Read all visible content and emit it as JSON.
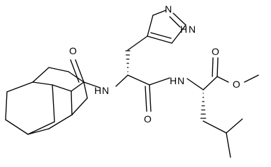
{
  "molecule": {
    "atom_labels": {
      "n_ring_top": "N",
      "n_ring_h": "H",
      "n_ring_h_n": "N",
      "amide_o_left": "O",
      "amide_n_left_h": "H",
      "amide_n_left_n": "N",
      "amide_o_mid": "O",
      "amide_n_right_h": "H",
      "amide_n_right_n": "N",
      "ester_o_carbonyl": "O",
      "ester_o_methoxy": "O"
    },
    "colors": {
      "bond": "#000000",
      "label": "#000000",
      "background": "#ffffff"
    }
  }
}
